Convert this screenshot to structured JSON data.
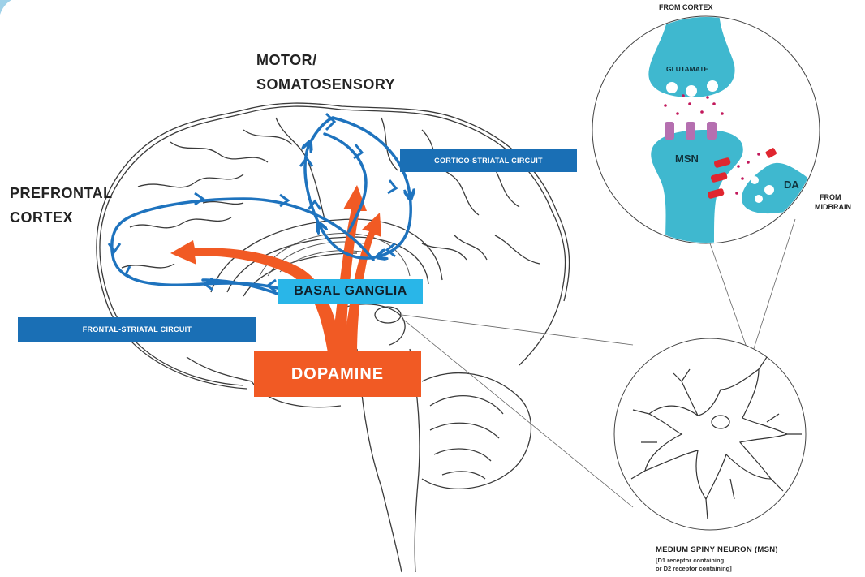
{
  "labels": {
    "motor_line1": "MOTOR/",
    "motor_line2": "SOMATOSENSORY",
    "prefrontal_line1": "PREFRONTAL",
    "prefrontal_line2": "CORTEX",
    "cortico_striatal": "CORTICO-STRIATAL CIRCUIT",
    "frontal_striatal": "FRONTAL-STRIATAL CIRCUIT",
    "basal_ganglia": "BASAL GANGLIA",
    "dopamine": "DOPAMINE",
    "from_cortex": "FROM CORTEX",
    "glutamate": "GLUTAMATE",
    "msn": "MSN",
    "da": "DA",
    "from_midbrain_line1": "FROM",
    "from_midbrain_line2": "MIDBRAIN",
    "msn_title": "MEDIUM SPINY NEURON (MSN)",
    "msn_note_line1": "[D1 receptor containing",
    "msn_note_line2": "or D2 receptor containing]"
  },
  "colors": {
    "circuit_blue": "#1e73be",
    "box_blue": "#1a6fb5",
    "dopamine_orange": "#f15a24",
    "basal_ganglia_cyan": "#29b6e8",
    "synapse_cyan": "#3fb8cf",
    "receptor_purple": "#b56fb0",
    "receptor_red": "#e0262f",
    "outline": "#3a3a3a"
  }
}
